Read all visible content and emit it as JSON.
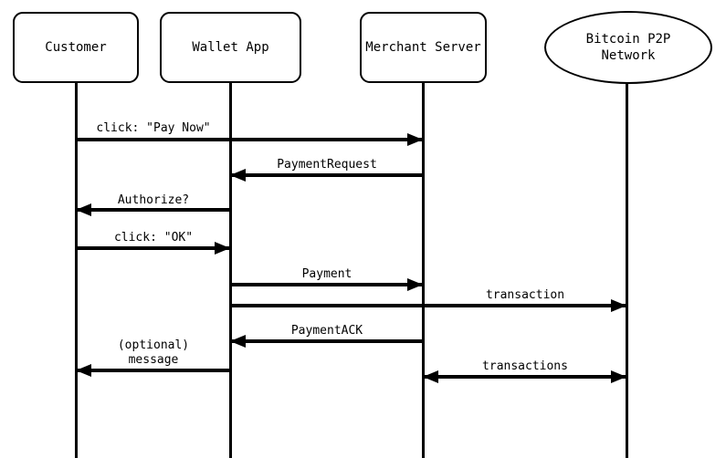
{
  "diagram": {
    "type": "sequence-diagram",
    "background": "#ffffff",
    "line_color": "#000000",
    "text_color": "#000000"
  },
  "participants": [
    {
      "id": "customer",
      "label": "Customer",
      "shape": "rounded-rectangle"
    },
    {
      "id": "wallet-app",
      "label": "Wallet App",
      "shape": "rounded-rectangle"
    },
    {
      "id": "merchant-server",
      "label": "Merchant Server",
      "shape": "rounded-rectangle"
    },
    {
      "id": "bitcoin-p2p-network",
      "label": "Bitcoin P2P\nNetwork",
      "shape": "ellipse"
    }
  ],
  "messages": [
    {
      "label": "click: \"Pay Now\"",
      "from": "customer",
      "to": "merchant-server",
      "arrow": "right"
    },
    {
      "label": "PaymentRequest",
      "from": "merchant-server",
      "to": "wallet-app",
      "arrow": "left"
    },
    {
      "label": "Authorize?",
      "from": "wallet-app",
      "to": "customer",
      "arrow": "left"
    },
    {
      "label": "click: \"OK\"",
      "from": "customer",
      "to": "wallet-app",
      "arrow": "right"
    },
    {
      "label": "Payment",
      "from": "wallet-app",
      "to": "merchant-server",
      "arrow": "right"
    },
    {
      "label": "transaction",
      "from": "wallet-app",
      "to": "bitcoin-p2p-network",
      "arrow": "right"
    },
    {
      "label": "PaymentACK",
      "from": "merchant-server",
      "to": "wallet-app",
      "arrow": "left"
    },
    {
      "label": "(optional)\nmessage",
      "from": "wallet-app",
      "to": "customer",
      "arrow": "left"
    },
    {
      "label": "transactions",
      "from": "merchant-server",
      "to": "bitcoin-p2p-network",
      "arrow": "both"
    }
  ]
}
